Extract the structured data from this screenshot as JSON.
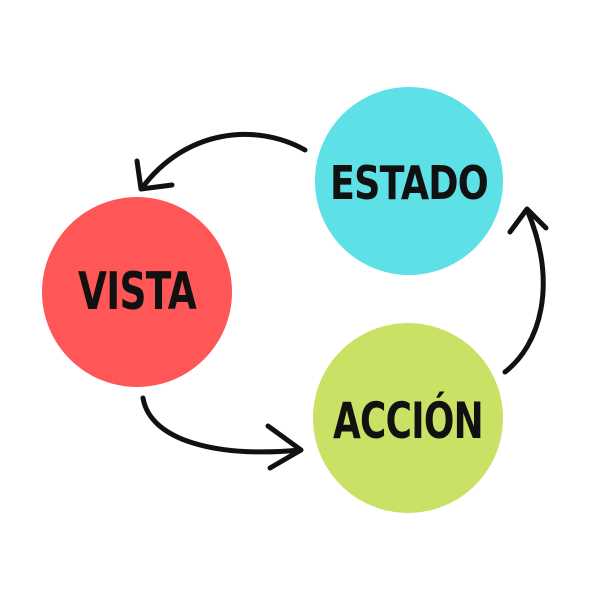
{
  "diagram": {
    "nodes": [
      {
        "id": "estado",
        "label": "ESTADO",
        "color": "#5de0e6"
      },
      {
        "id": "vista",
        "label": "VISTA",
        "color": "#ff5757"
      },
      {
        "id": "accion",
        "label": "ACCIÓN",
        "color": "#c9e265"
      }
    ],
    "edges": [
      {
        "from": "estado",
        "to": "vista"
      },
      {
        "from": "vista",
        "to": "accion"
      },
      {
        "from": "accion",
        "to": "estado"
      }
    ],
    "arrow_color": "#111111"
  }
}
